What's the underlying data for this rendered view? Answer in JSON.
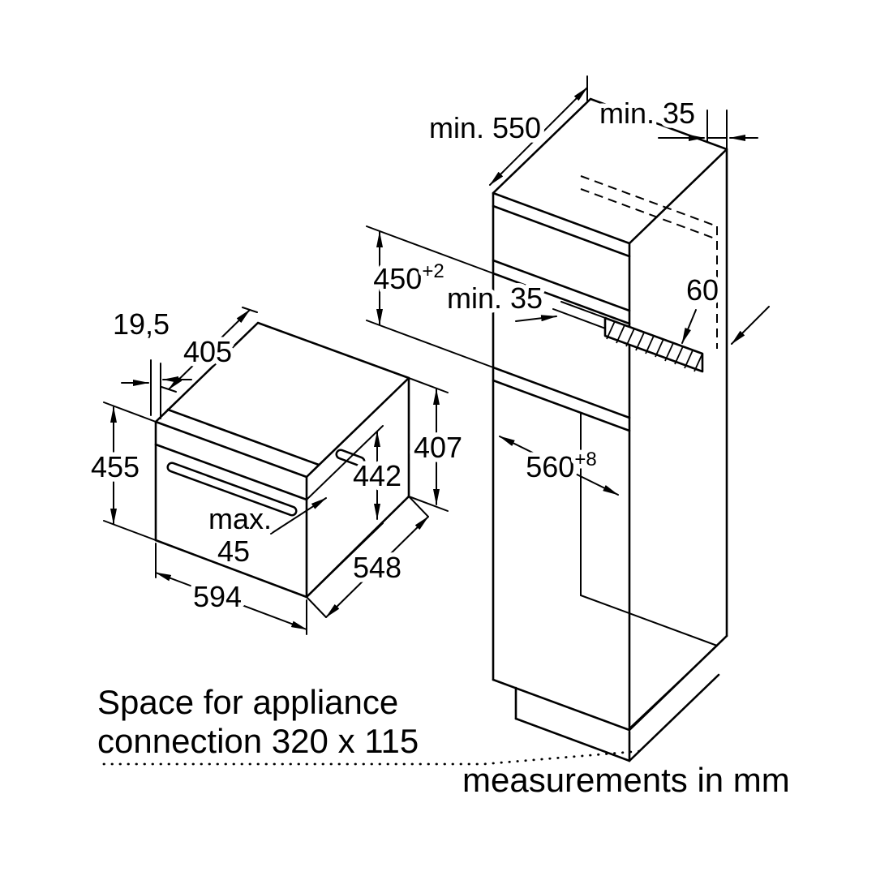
{
  "cabinet": {
    "depth": "min. 550",
    "wall_gap": "min. 35",
    "niche_height": "450",
    "niche_height_tol": "+2",
    "shelf_gap": "min. 35",
    "vent": "60",
    "niche_width": "560",
    "niche_width_tol": "+8"
  },
  "oven": {
    "fascia_offset": "19,5",
    "top_depth": "405",
    "height": "455",
    "door_height": "442",
    "body_height": "407",
    "handle_max": "max.",
    "handle_value": "45",
    "width": "594",
    "depth": "548"
  },
  "notes": {
    "connection_1": "Space for appliance",
    "connection_2": "connection 320 x 115",
    "units": "measurements in mm"
  },
  "colors": {
    "line": "#000000",
    "background": "#ffffff"
  }
}
